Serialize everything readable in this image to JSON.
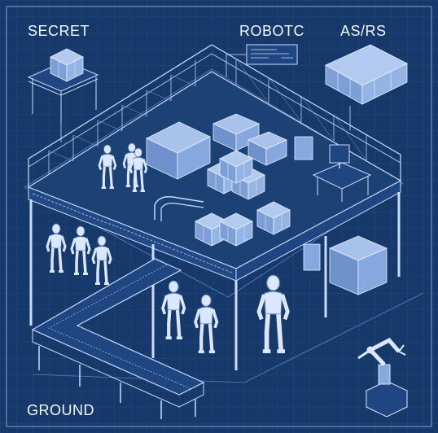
{
  "labels": {
    "secret": "SECRET",
    "robotc": "ROBOTC",
    "asrs": "AS/RS",
    "ground": "GROUND"
  },
  "colors": {
    "background": "#17396a",
    "line": "#c9dbff",
    "line_dim": "#7f9fd6",
    "fill_dark": "#1d4478",
    "fill_box": "#8fb1e6",
    "robot": "#dbe7ff"
  },
  "icons": {
    "robot": "humanoid-robot-icon",
    "crate": "crate-stack-icon",
    "conveyor": "roller-conveyor-icon",
    "robot_arm": "robot-arm-icon",
    "workstation": "computer-desk-icon"
  }
}
